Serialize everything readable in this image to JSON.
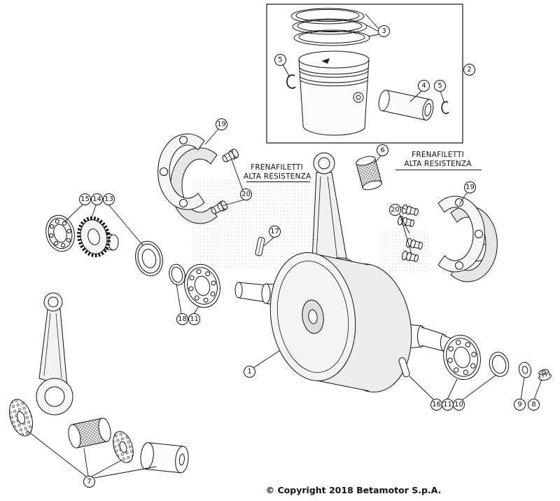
{
  "notes": {
    "left": [
      "FRENAFILETTI",
      "ALTA RESISTENZA"
    ],
    "right": [
      "FRENAFILETTI",
      "ALTA RESISTENZA"
    ]
  },
  "footer": {
    "copyright": "© Copyright 2018 Betamotor S.p.A."
  },
  "callouts": [
    {
      "label": "3"
    },
    {
      "label": "2"
    },
    {
      "label": "5"
    },
    {
      "label": "4"
    },
    {
      "label": "5"
    },
    {
      "label": "6"
    },
    {
      "label": "19"
    },
    {
      "label": "20"
    },
    {
      "label": "19"
    },
    {
      "label": "20"
    },
    {
      "label": "15"
    },
    {
      "label": "14"
    },
    {
      "label": "13"
    },
    {
      "label": "17"
    },
    {
      "label": "18"
    },
    {
      "label": "11"
    },
    {
      "label": "1"
    },
    {
      "label": "16"
    },
    {
      "label": "11"
    },
    {
      "label": "10"
    },
    {
      "label": "9"
    },
    {
      "label": "8"
    },
    {
      "label": "7"
    }
  ]
}
